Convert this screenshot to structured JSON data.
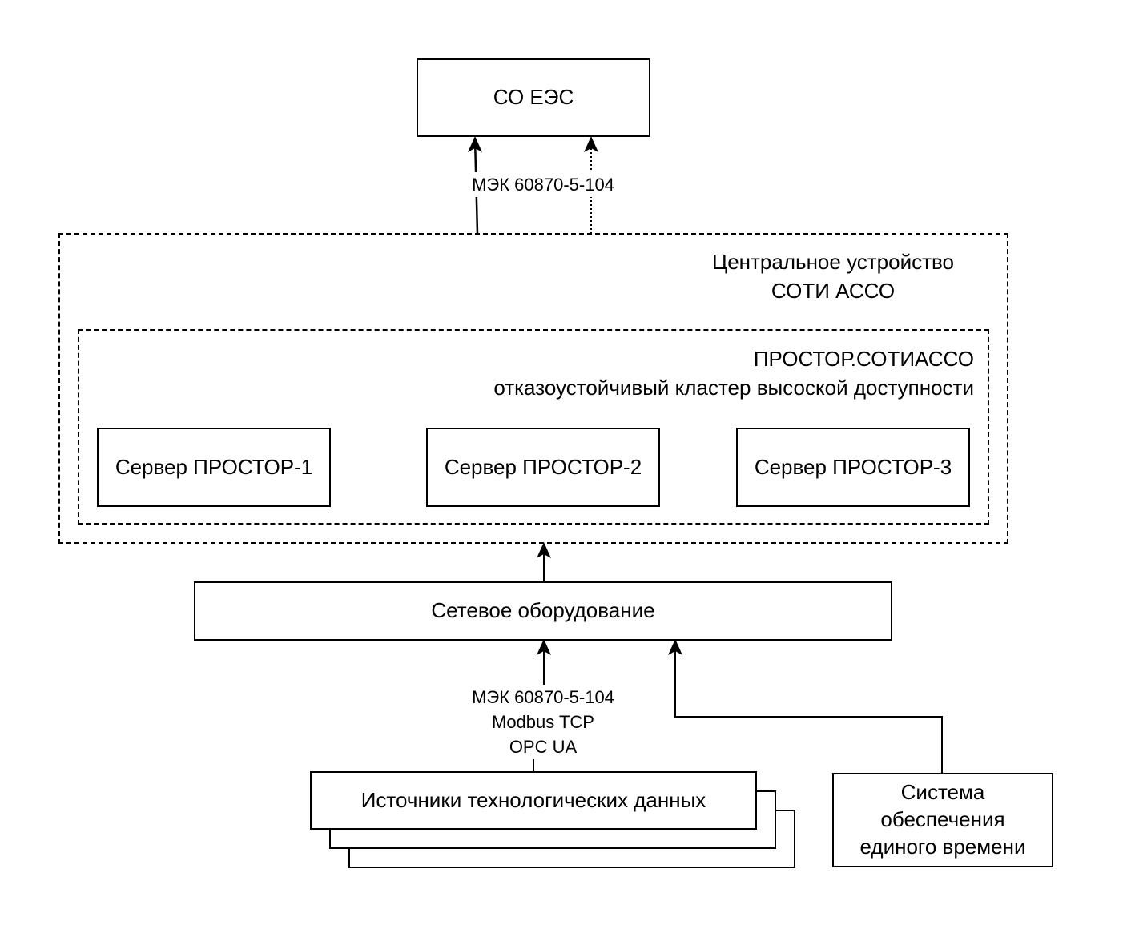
{
  "so_ees": "СО ЕЭС",
  "central": {
    "line1": "Центральное устройство",
    "line2": "СОТИ АССО"
  },
  "cluster": {
    "line1": "ПРОСТОР.СОТИАССО",
    "line2": "отказоустойчивый кластер высоской доступности"
  },
  "servers": [
    "Сервер ПРОСТОР-1",
    "Сервер ПРОСТОР-2",
    "Сервер ПРОСТОР-3"
  ],
  "network": "Сетевое оборудование",
  "protocol_top": "МЭК 60870-5-104",
  "protocols_bottom": [
    "МЭК 60870-5-104",
    "Modbus TCP",
    "OPC UA"
  ],
  "sources": "Источники технологических данных",
  "time_system": [
    "Система",
    "обеспечения",
    "единого времени"
  ]
}
